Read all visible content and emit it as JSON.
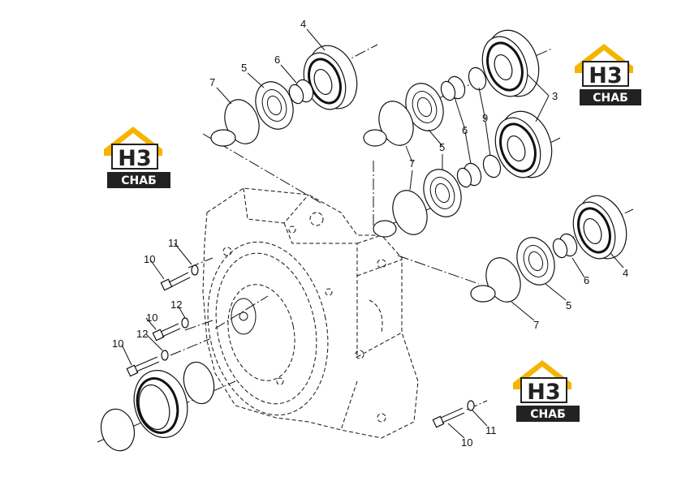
{
  "logo": {
    "big_text": "Н3",
    "small_text": "СНАБ",
    "color_yellow": "#F5B400",
    "color_dark": "#222222"
  },
  "callouts": {
    "c1": "4",
    "c2": "6",
    "c3": "5",
    "c4": "7",
    "c5": "3",
    "c6": "9",
    "c7": "6",
    "c8": "5",
    "c9": "7",
    "c10": "4",
    "c11": "6",
    "c12": "5",
    "c13": "7",
    "c14": "11",
    "c15": "10",
    "c16": "12",
    "c17": "10",
    "c18": "12",
    "c19": "10",
    "c20": "11",
    "c21": "10"
  }
}
